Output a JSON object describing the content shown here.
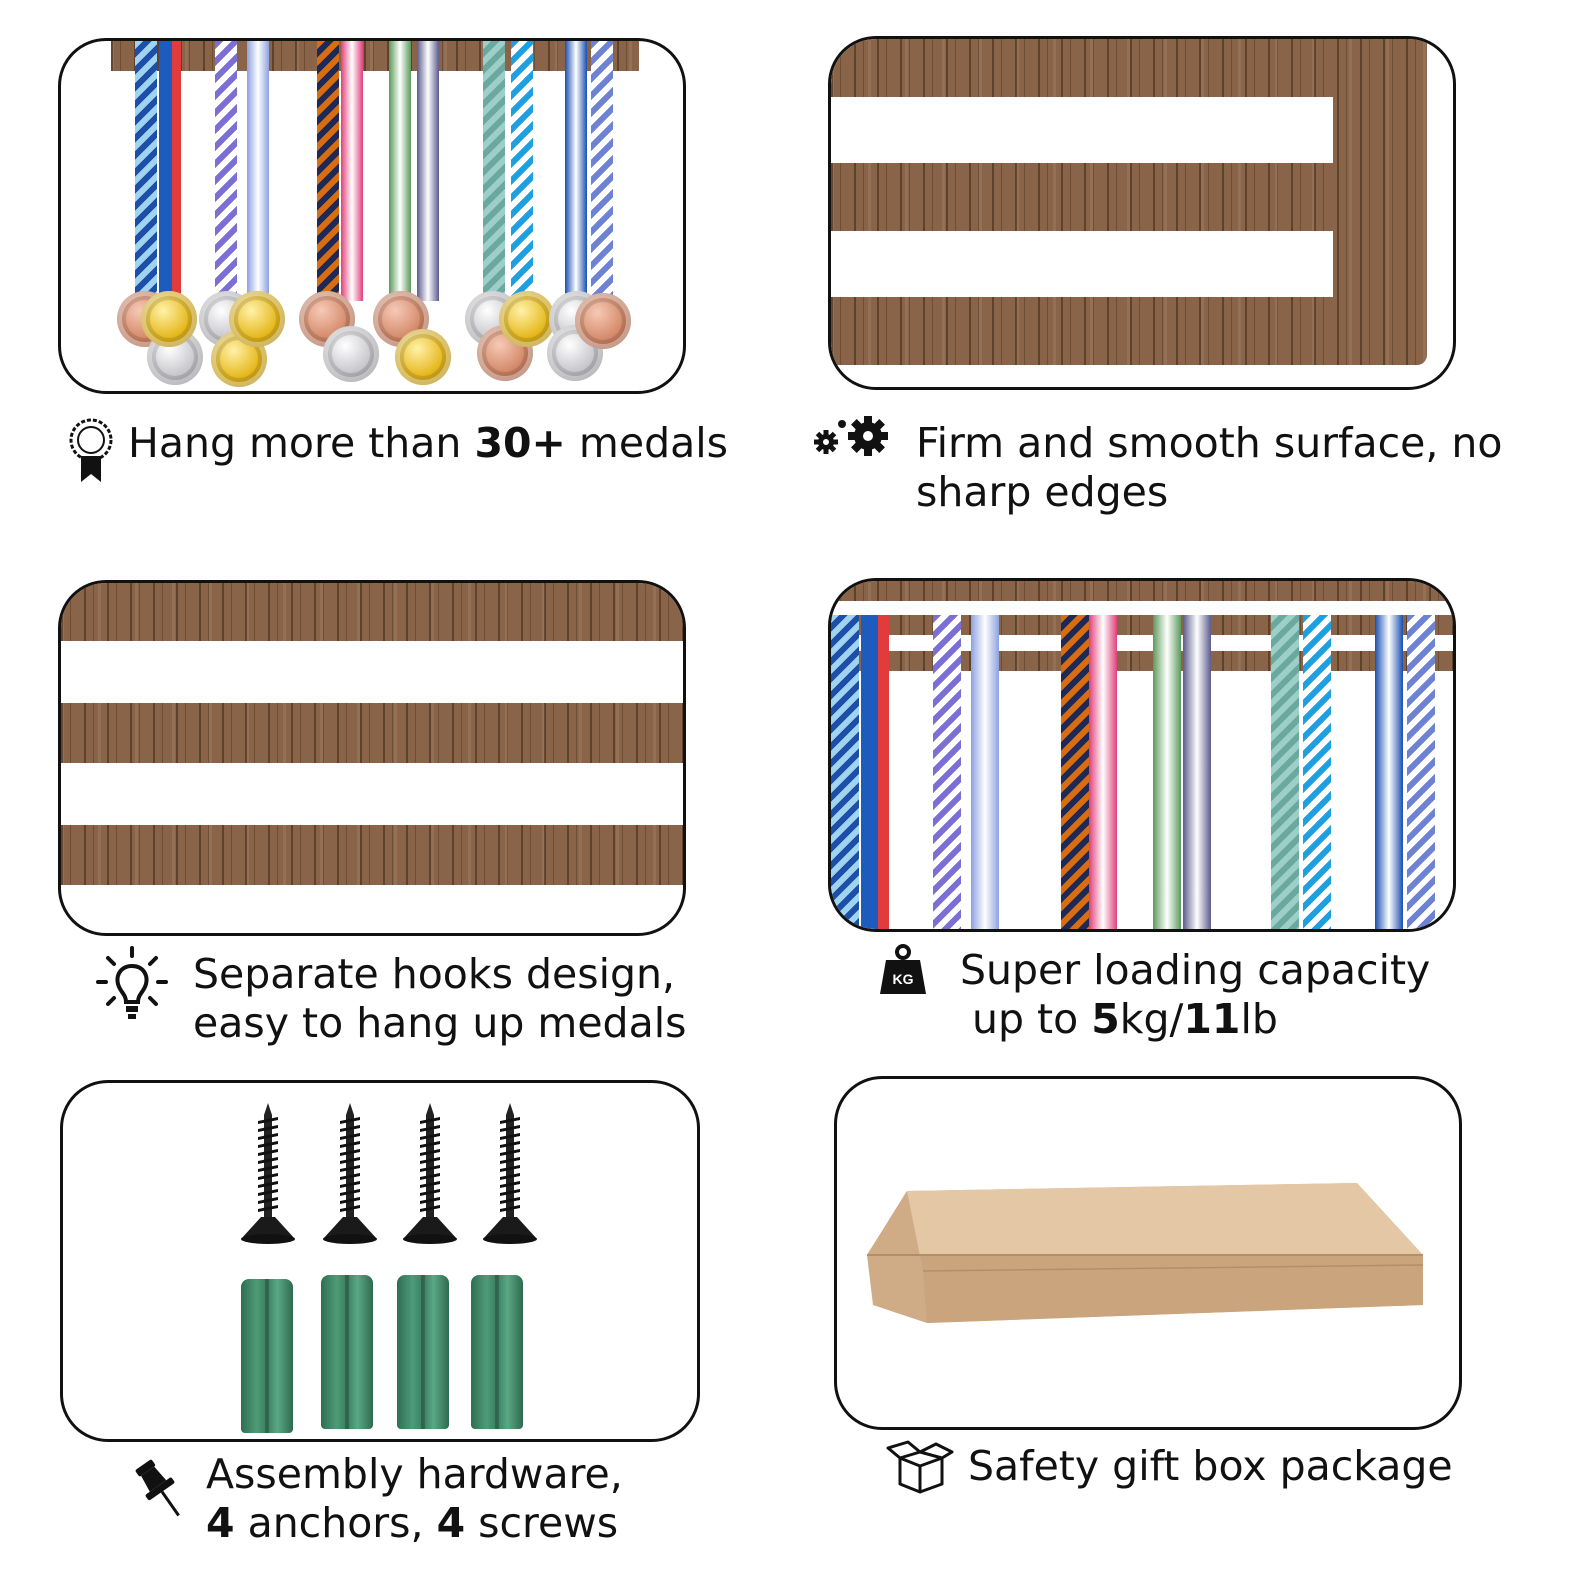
{
  "features": [
    {
      "id": "medals",
      "icon": "award-ribbon-icon",
      "text_pre": "Hang more than ",
      "bold": "30+",
      "text_post": " medals"
    },
    {
      "id": "surface",
      "icon": "gears-icon",
      "line1": "Firm and smooth surface, no",
      "line2": "sharp edges"
    },
    {
      "id": "hooks",
      "icon": "lightbulb-icon",
      "line1": "Separate hooks design,",
      "line2": "easy to hang up medals"
    },
    {
      "id": "capacity",
      "icon": "kg-weight-icon",
      "icon_label": "KG",
      "line1": "Super loading capacity",
      "line2_pre": "up to ",
      "bold1": "5",
      "mid": "kg/",
      "bold2": "11",
      "unit": "lb"
    },
    {
      "id": "hardware",
      "icon": "pushpin-icon",
      "line1": "Assembly hardware,",
      "n1": "4",
      "t1": " anchors, ",
      "n2": "4",
      "t2": " screws"
    },
    {
      "id": "package",
      "icon": "open-box-icon",
      "text": "Safety gift box package"
    }
  ],
  "colors": {
    "wood": "#8a6448",
    "border": "#111111",
    "box": "#d8b48e"
  }
}
